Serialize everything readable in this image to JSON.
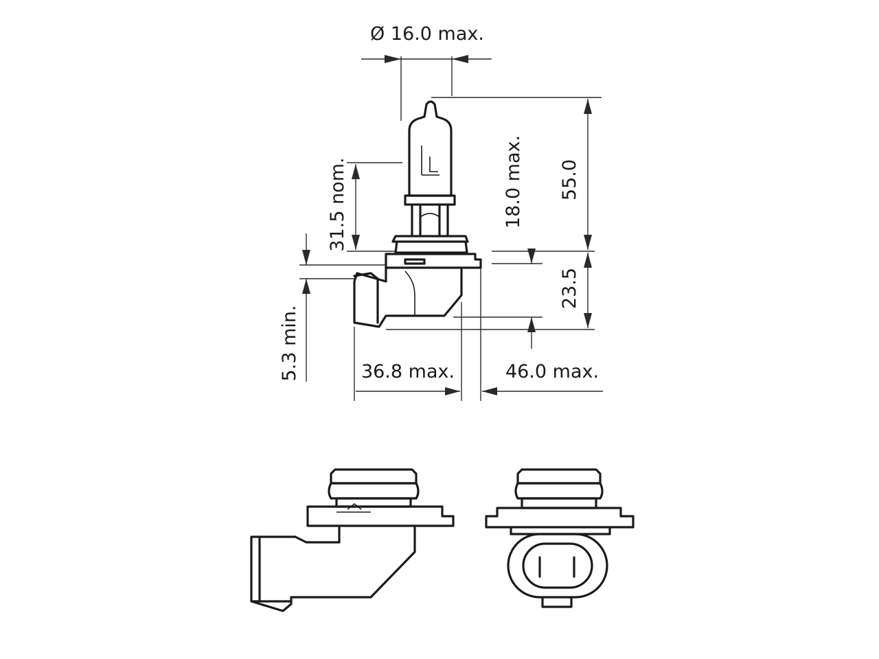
{
  "dimensions": {
    "diameter": "Ø 16.0 max.",
    "overall_length": "55.0",
    "light_center_nominal": "31.5 nom.",
    "glass_length": "18.0 max.",
    "base_depth": "23.5",
    "min_clearance": "5.3 min.",
    "connector_width": "36.8 max.",
    "flange_width": "46.0 max."
  },
  "colors": {
    "line": "#1a1a1a",
    "background": "#ffffff"
  }
}
